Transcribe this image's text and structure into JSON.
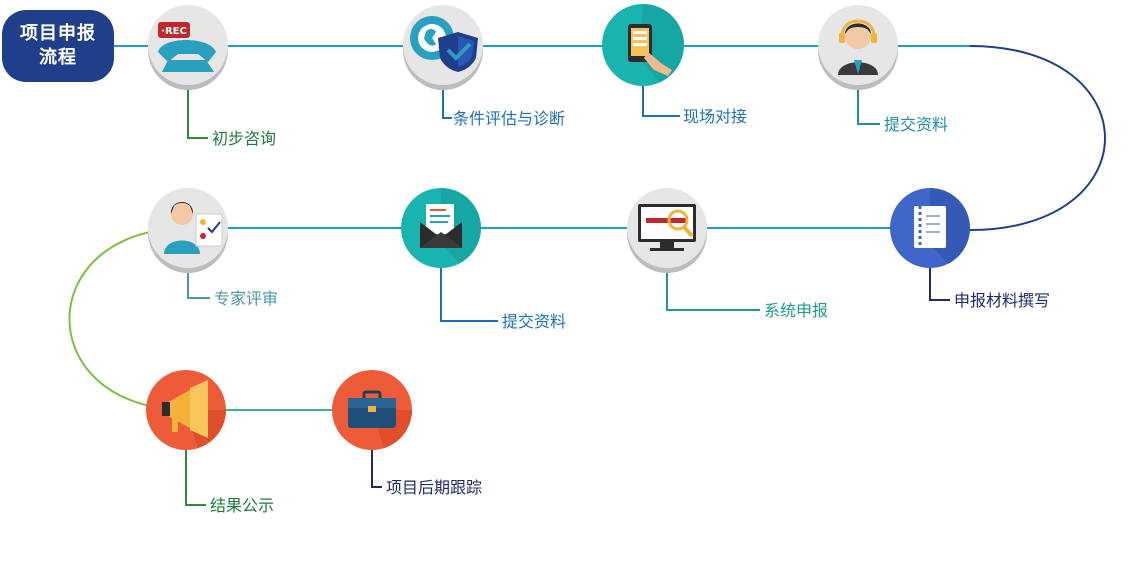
{
  "title": "项目申报流程",
  "steps": [
    {
      "label": "初步咨询",
      "icon": "rec-phone-icon",
      "color": "#1f7a3c"
    },
    {
      "label": "条件评估与诊断",
      "icon": "shield-check-icon",
      "color": "#1f6fb8"
    },
    {
      "label": "现场对接",
      "icon": "tablet-hand-icon",
      "color": "#1f6fb8"
    },
    {
      "label": "提交资料",
      "icon": "customer-service-icon",
      "color": "#1f8fa0"
    },
    {
      "label": "申报材料撰写",
      "icon": "notebook-icon",
      "color": "#1f2a6b"
    },
    {
      "label": "系统申报",
      "icon": "monitor-search-icon",
      "color": "#1e9a95"
    },
    {
      "label": "提交资料",
      "icon": "envelope-document-icon",
      "color": "#1f6fb8"
    },
    {
      "label": "专家评审",
      "icon": "expert-checklist-icon",
      "color": "#4a9aa8"
    },
    {
      "label": "结果公示",
      "icon": "megaphone-icon",
      "color": "#1f7a3c"
    },
    {
      "label": "项目后期跟踪",
      "icon": "briefcase-icon",
      "color": "#1f2a6b"
    }
  ],
  "colors": {
    "badge": "#1f3f8a",
    "gray_circle": "#e2e2e2",
    "teal_circle": "#19b4b0",
    "blue_circle": "#3f66c8",
    "orange_circle": "#ee5b38"
  }
}
